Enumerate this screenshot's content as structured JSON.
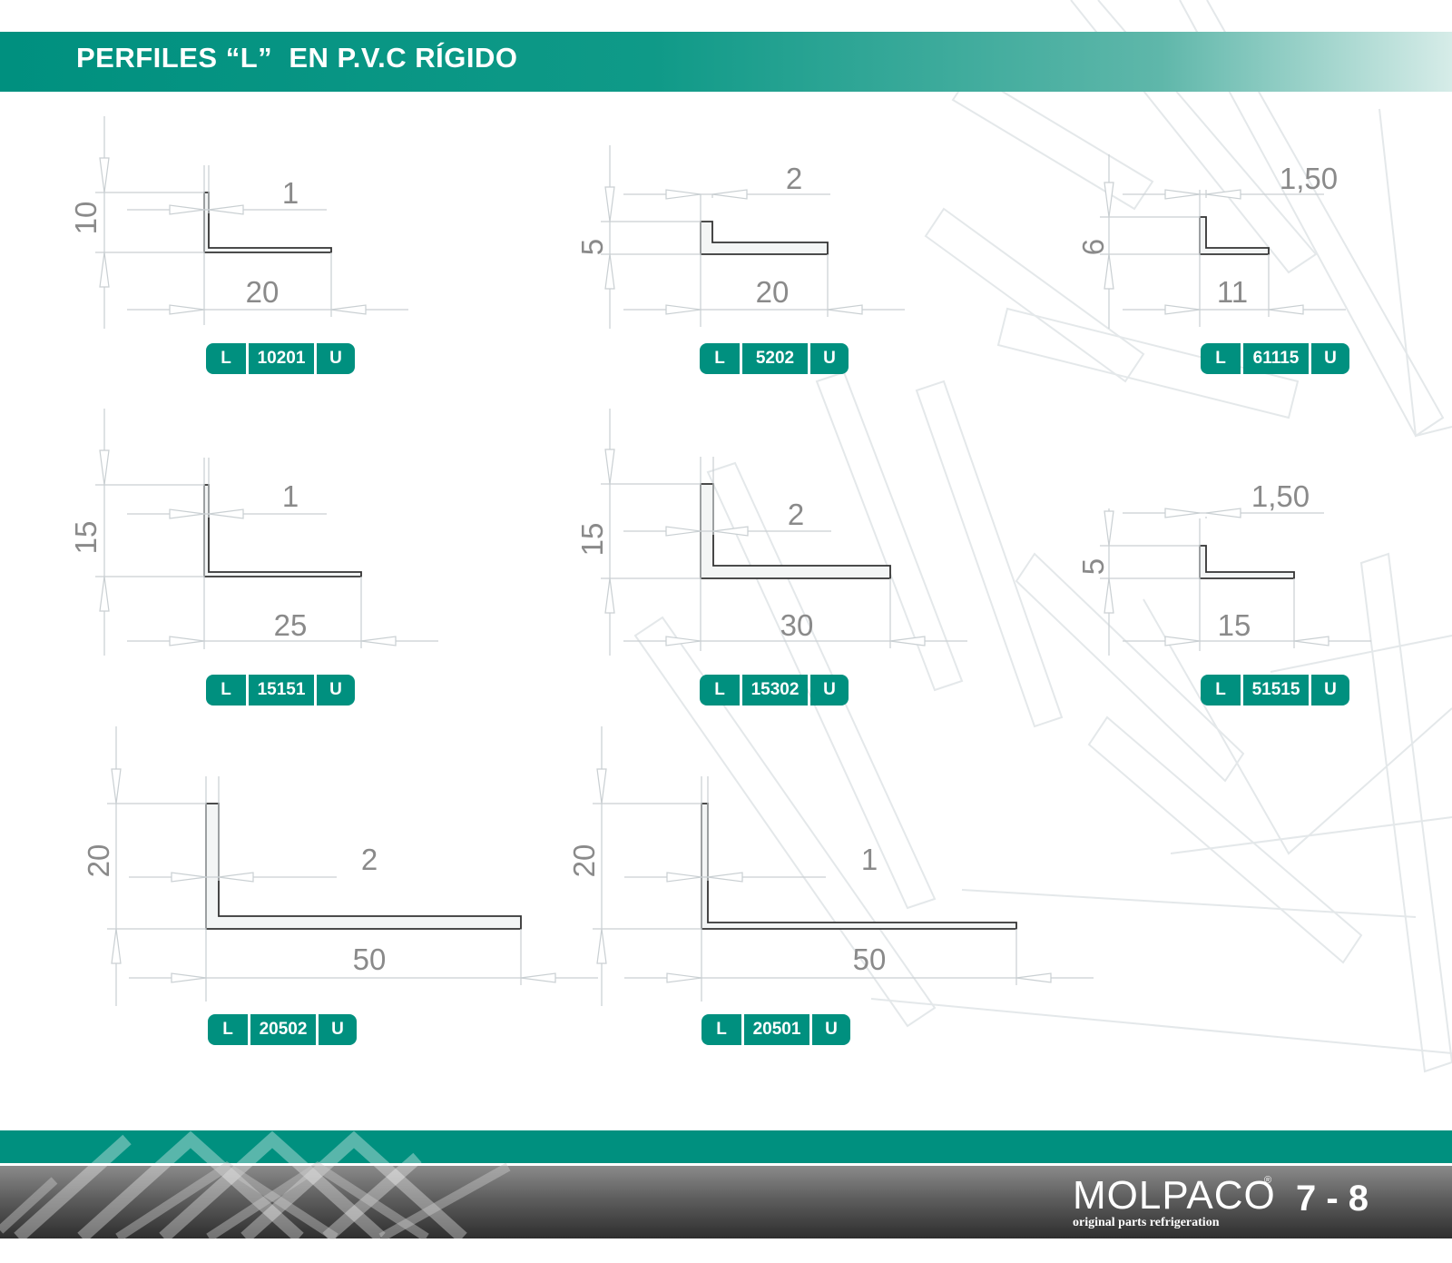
{
  "header": {
    "title": "PERFILES “L”  EN P.V.C RÍGIDO"
  },
  "colors": {
    "accent": "#00907f",
    "dimension": "#8a8a8a"
  },
  "profiles": [
    {
      "height": "10",
      "thickness": "1",
      "width": "20",
      "badge": {
        "prefix": "L",
        "code": "10201",
        "suffix": "U"
      }
    },
    {
      "height": "5",
      "thickness": "2",
      "width": "20",
      "badge": {
        "prefix": "L",
        "code": "5202",
        "suffix": "U"
      }
    },
    {
      "height": "6",
      "thickness": "1,50",
      "width": "11",
      "badge": {
        "prefix": "L",
        "code": "61115",
        "suffix": "U"
      }
    },
    {
      "height": "15",
      "thickness": "1",
      "width": "25",
      "badge": {
        "prefix": "L",
        "code": "15151",
        "suffix": "U"
      }
    },
    {
      "height": "15",
      "thickness": "2",
      "width": "30",
      "badge": {
        "prefix": "L",
        "code": "15302",
        "suffix": "U"
      }
    },
    {
      "height": "5",
      "thickness": "1,50",
      "width": "15",
      "badge": {
        "prefix": "L",
        "code": "51515",
        "suffix": "U"
      }
    },
    {
      "height": "20",
      "thickness": "2",
      "width": "50",
      "badge": {
        "prefix": "L",
        "code": "20502",
        "suffix": "U"
      }
    },
    {
      "height": "20",
      "thickness": "1",
      "width": "50",
      "badge": {
        "prefix": "L",
        "code": "20501",
        "suffix": "U"
      }
    }
  ],
  "footer": {
    "brand": "MOLPACO",
    "registered": "®",
    "tagline": "original parts refrigeration",
    "page": "7 - 8"
  }
}
